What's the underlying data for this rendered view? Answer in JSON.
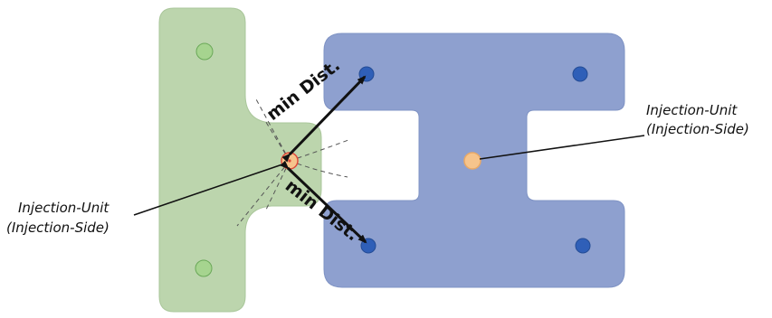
{
  "labels": {
    "min_dist_top": "min Dist.",
    "min_dist_bottom": "min Dist.",
    "right_unit_line1": "Injection-Unit",
    "right_unit_line2": "(Injection-Side)",
    "left_unit_line1": "Injection-Unit",
    "left_unit_line2": "(Injection-Side)"
  },
  "colors": {
    "green_plate": "#bcd5ad",
    "green_plate_stroke": "#a9c69a",
    "blue_plate": "#8ea0cf",
    "blue_plate_stroke": "#7f93c4",
    "hole_green": "#a6d48f",
    "hole_green_stroke": "#6aa858",
    "hole_blue": "#2f5fb8",
    "hole_blue_stroke": "#244c95",
    "injection_fill": "#f6c48c",
    "injection_stroke": "#e9a966",
    "injection_left_stroke": "#e0493a",
    "arrow": "#111111",
    "dash": "#555555"
  }
}
